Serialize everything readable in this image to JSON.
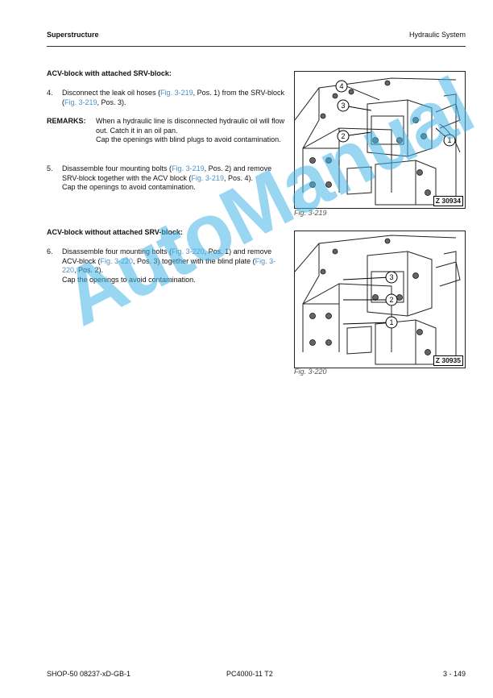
{
  "header": {
    "left": "Superstructure",
    "right": "Hydraulic System"
  },
  "section1": {
    "title": "ACV-block with attached SRV-block:",
    "step4": {
      "num": "4.",
      "a": "Disconnect the leak oil hoses (",
      "ref1": "Fig. 3-219",
      "b": ", Pos. 1) from the SRV-block (",
      "ref2": "Fig. 3-219",
      "c": ", Pos. 3)."
    },
    "remarks": {
      "label": "REMARKS:",
      "line1": "When a hydraulic line is disconnected hydraulic oil will flow out. Catch it in an oil pan.",
      "line2": "Cap the openings with blind plugs to avoid contamination."
    },
    "step5": {
      "num": "5.",
      "a": "Disassemble four mounting bolts (",
      "ref1": "Fig. 3-219",
      "b": ", Pos. 2) and remove SRV-block together with the ACV block (",
      "ref2": "Fig. 3-219",
      "c": ", Pos. 4).",
      "d": "Cap the openings to avoid contamination."
    }
  },
  "section2": {
    "title": "ACV-block without attached SRV-block:",
    "step6": {
      "num": "6.",
      "a": "Disassemble four mounting bolts (",
      "ref1": "Fig. 3-220",
      "b": ", Pos. 1) and remove ACV-block (",
      "ref2": "Fig. 3-220",
      "c": ", Pos. 3) together with the blind plate (",
      "ref3": "Fig. 3-220",
      "d": ", Pos. 2).",
      "e": "Cap the openings to avoid contamination."
    }
  },
  "fig1": {
    "caption": "Fig. 3-219",
    "code": "Z 30934",
    "callouts": [
      "4",
      "3",
      "2",
      "1"
    ]
  },
  "fig2": {
    "caption": "Fig. 3-220",
    "code": "Z 30935",
    "callouts": [
      "3",
      "2",
      "1"
    ]
  },
  "watermark": "AutoManual",
  "footer": {
    "left": "SHOP-50 08237-xD-GB-1",
    "center": "PC4000-11 T2",
    "right": "3  - 149"
  }
}
